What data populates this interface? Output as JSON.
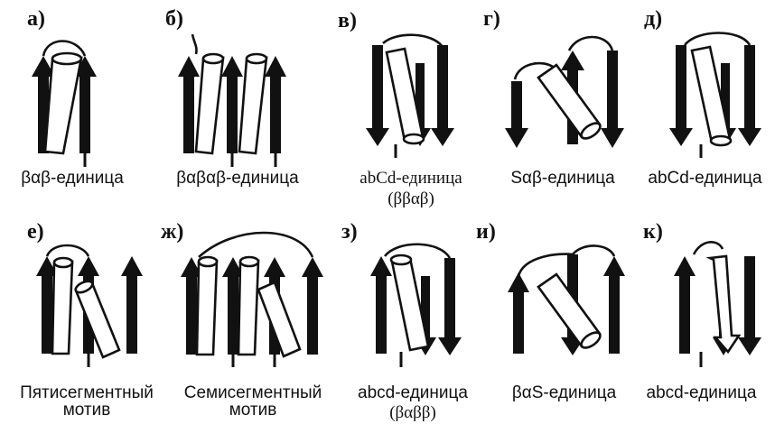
{
  "panels": [
    {
      "letter": "а)",
      "caption": "βαβ-единица",
      "subcaption": ""
    },
    {
      "letter": "б)",
      "caption": "βαβαβ-единица",
      "subcaption": ""
    },
    {
      "letter": "в)",
      "caption": "abCd-единица",
      "subcaption": "(ββαβ)"
    },
    {
      "letter": "г)",
      "caption": "Sαβ-единица",
      "subcaption": ""
    },
    {
      "letter": "д)",
      "caption": "abCd-единица",
      "subcaption": ""
    },
    {
      "letter": "е)",
      "caption": "Пятисегментный",
      "subcaption": "мотив"
    },
    {
      "letter": "ж)",
      "caption": "Семисегментный",
      "subcaption": "мотив"
    },
    {
      "letter": "з)",
      "caption": "abcd-единица",
      "subcaption": "(βαββ)"
    },
    {
      "letter": "и)",
      "caption": "βαS-единица",
      "subcaption": ""
    },
    {
      "letter": "к)",
      "caption": "abcd-единица",
      "subcaption": ""
    }
  ],
  "legend_colors": {
    "ink": "#111111",
    "background": "#ffffff"
  }
}
